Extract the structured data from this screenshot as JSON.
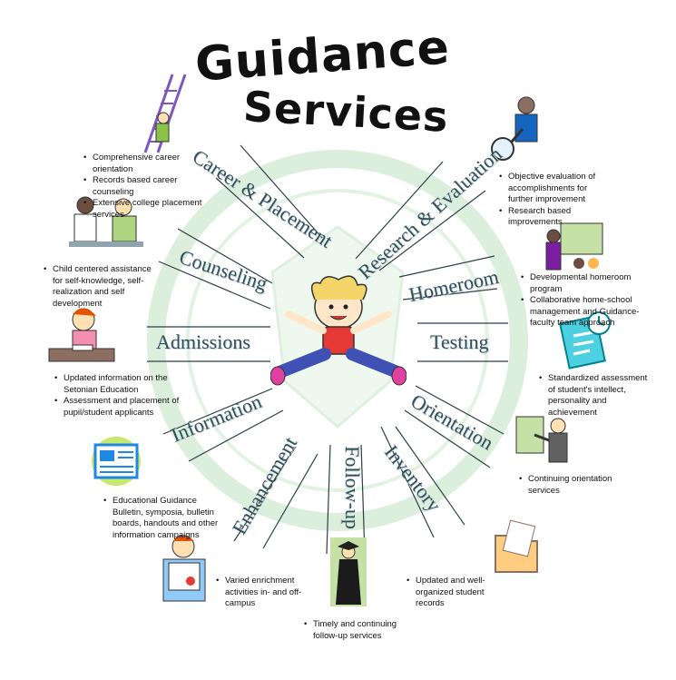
{
  "title": {
    "line1": "Guidance",
    "line2": "Services"
  },
  "spokes": [
    {
      "label": "Career & Placement"
    },
    {
      "label": "Research & Evaluation"
    },
    {
      "label": "Counseling"
    },
    {
      "label": "Homeroom"
    },
    {
      "label": "Admissions"
    },
    {
      "label": "Testing"
    },
    {
      "label": "Information"
    },
    {
      "label": "Orientation"
    },
    {
      "label": "Enhancement"
    },
    {
      "label": "Follow-up"
    },
    {
      "label": "Inventory"
    }
  ],
  "notes": {
    "career": [
      "Comprehensive career orientation",
      "Records based career counseling",
      "Extensive college placement services"
    ],
    "research": [
      "Objective evaluation of accomplishments for further improvement",
      "Research based improvements"
    ],
    "counseling": [
      "Child centered assistance for self-knowledge, self-realization and self development"
    ],
    "homeroom": [
      "Developmental homeroom program",
      "Collaborative home-school management  and Guidance-faculty team approach"
    ],
    "admissions": [
      "Updated information on the Setonian Education",
      "Assessment and placement of pupil/student applicants"
    ],
    "testing": [
      "Standardized assessment of student's intellect, personality and achievement"
    ],
    "orientation": [
      "Continuing orientation services"
    ],
    "information": [
      "Educational Guidance Bulletin, symposia, bulletin boards, handouts and other information campaigns"
    ],
    "enhancement": [
      "Varied enrichment activities in- and off-campus"
    ],
    "inventory": [
      "Updated and well-organized student records"
    ],
    "followup": [
      "Timely and continuing follow-up services"
    ]
  },
  "colors": {
    "line": "#2f3f48",
    "label": "#2f4f5a",
    "seal": "#cfe6cf"
  }
}
